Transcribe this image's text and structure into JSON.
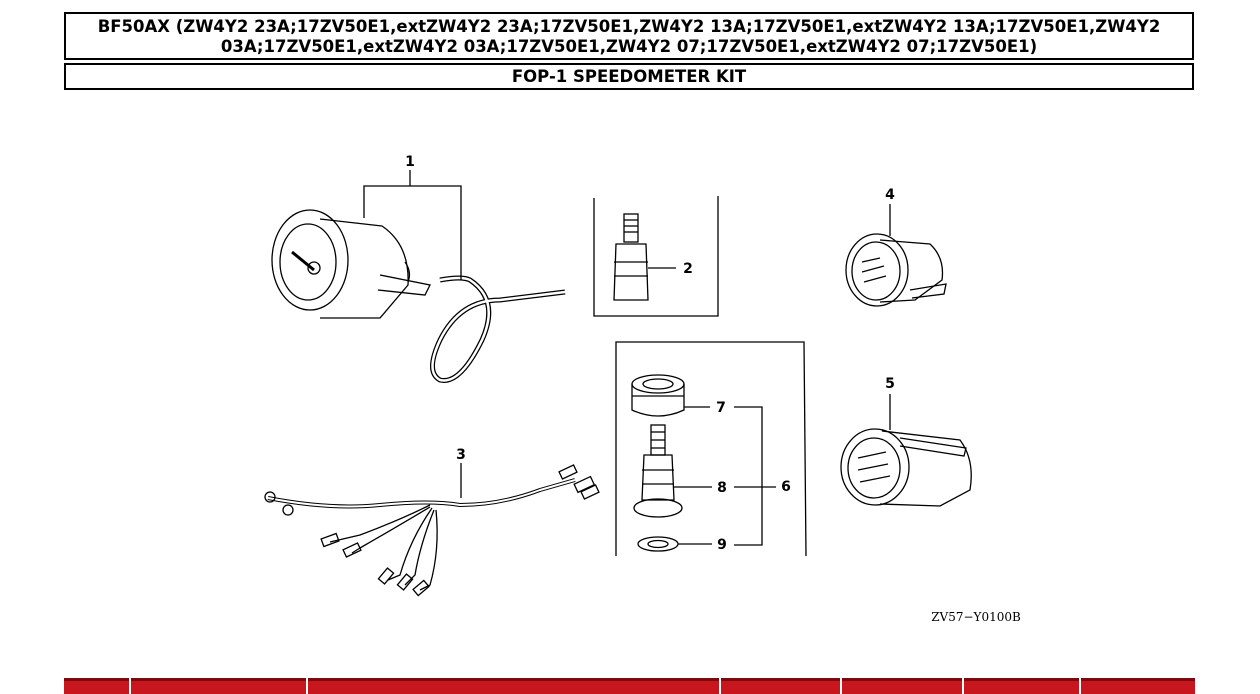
{
  "header": {
    "model_line1": "BF50AX (ZW4Y2 23A;17ZV50E1,extZW4Y2 23A;17ZV50E1,ZW4Y2 13A;17ZV50E1,extZW4Y2 13A;17ZV50E1,ZW4Y2",
    "model_line2": "03A;17ZV50E1,extZW4Y2 03A;17ZV50E1,ZW4Y2 07;17ZV50E1,extZW4Y2 07;17ZV50E1)",
    "section_title": "FOP-1 SPEEDOMETER KIT"
  },
  "diagram": {
    "callouts": [
      "1",
      "2",
      "3",
      "4",
      "5",
      "6",
      "7",
      "8",
      "9"
    ],
    "figure_code": "ZV57−Y0100B"
  },
  "colors": {
    "table_header": "#c8161e",
    "line": "#000000"
  }
}
